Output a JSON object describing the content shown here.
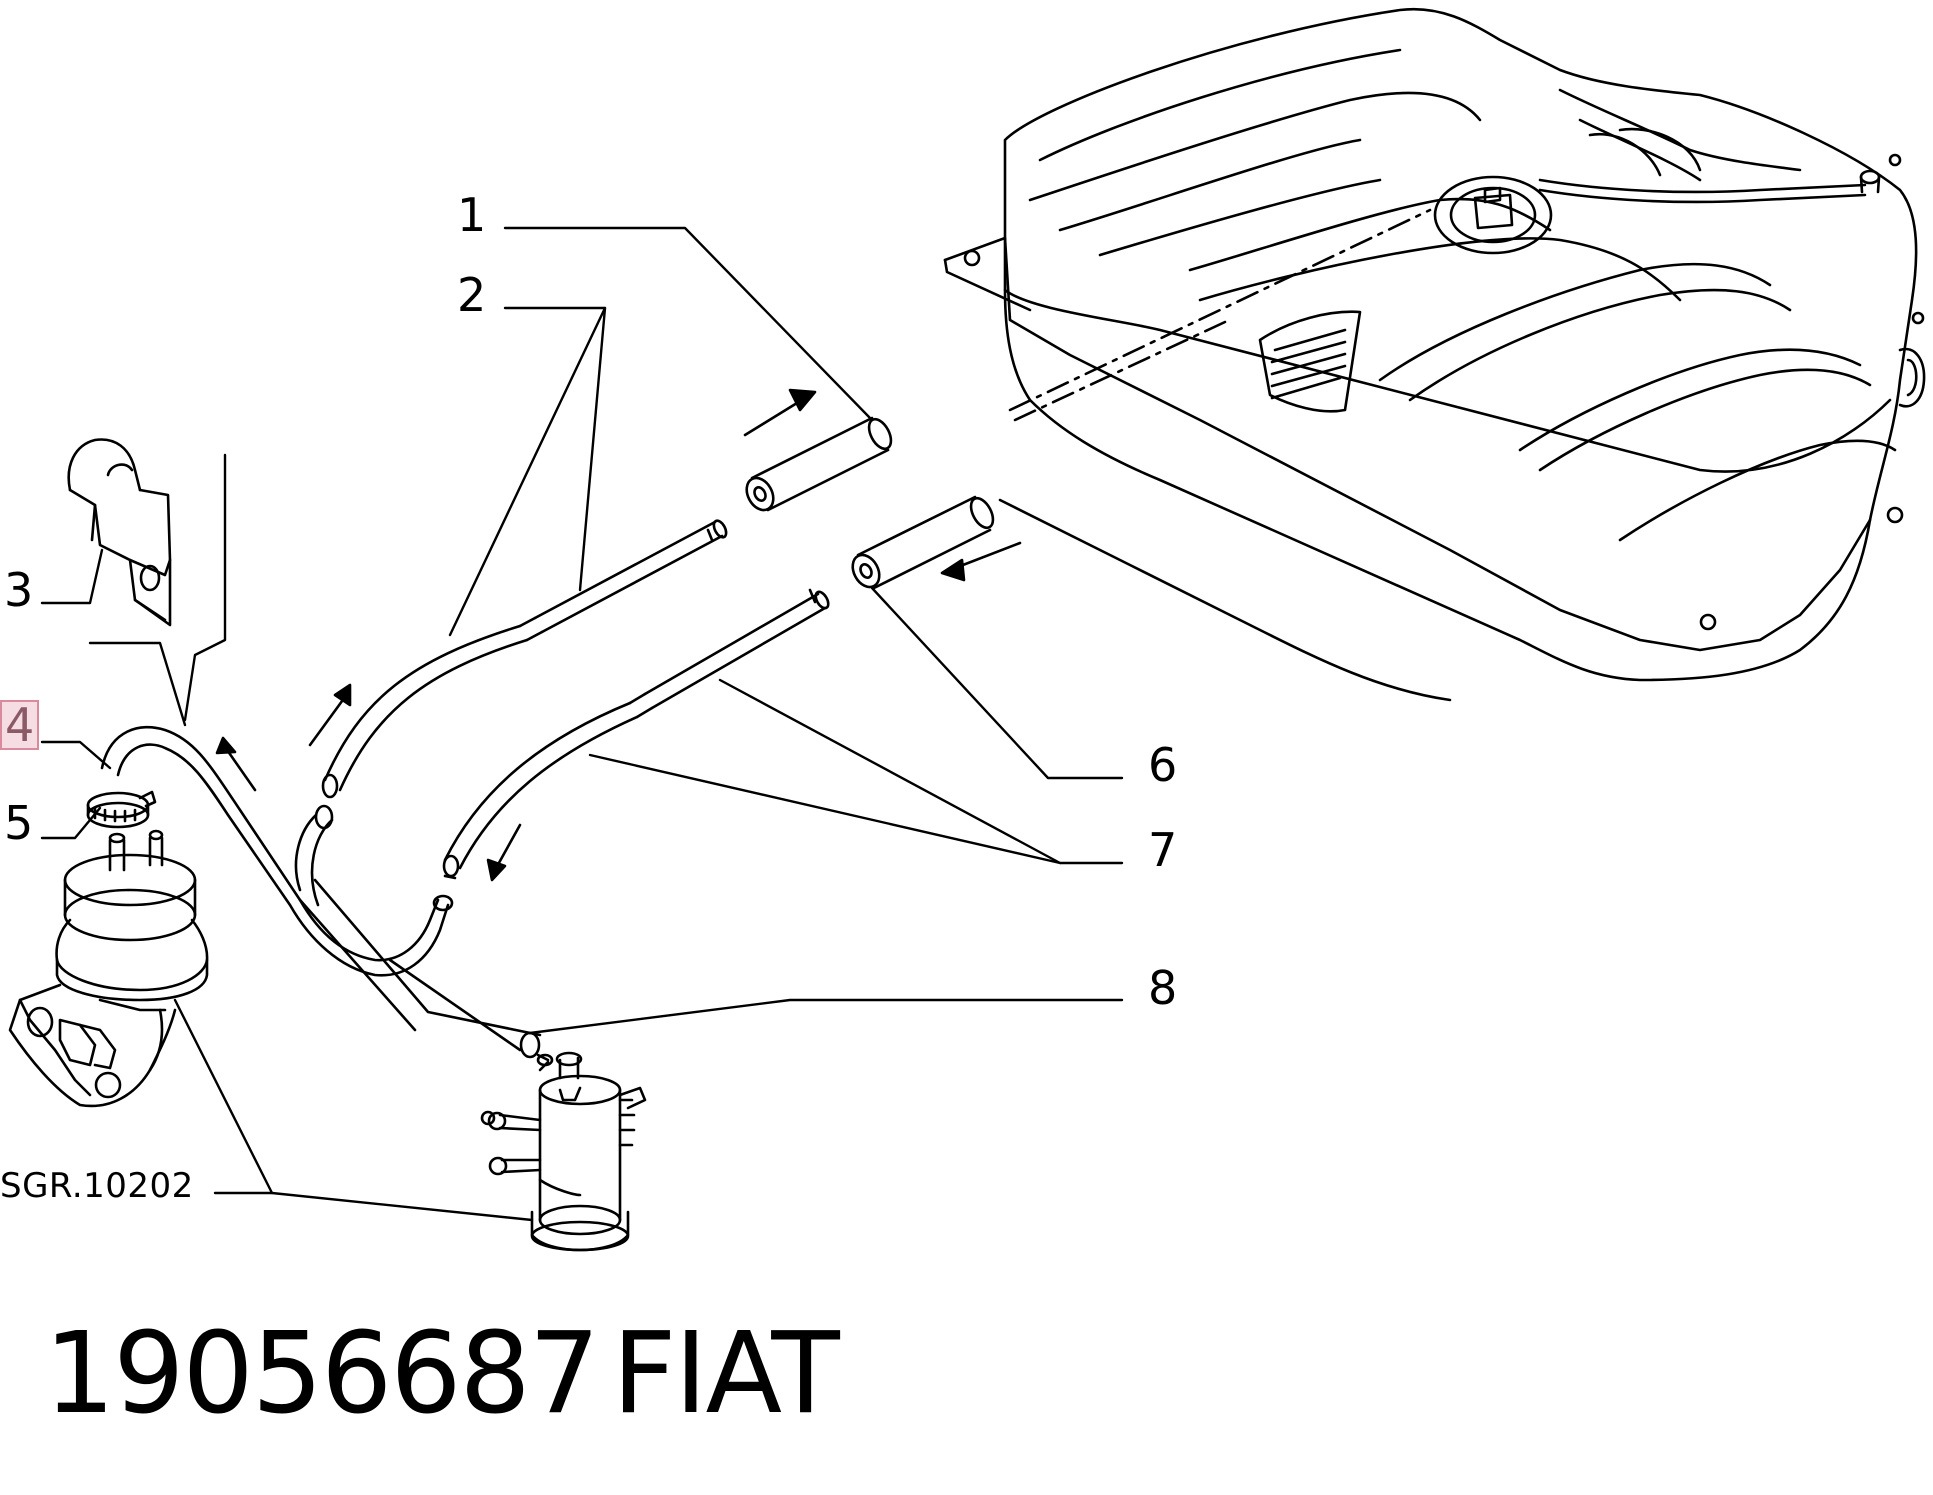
{
  "callouts": {
    "c1": "1",
    "c2": "2",
    "c3": "3",
    "c4": "4",
    "c5": "5",
    "c6": "6",
    "c7": "7",
    "c8": "8"
  },
  "reference_code": "SGR.10202",
  "caption": {
    "part_number": "19056687",
    "brand": "FIAT"
  },
  "highlighted_callout": "4"
}
